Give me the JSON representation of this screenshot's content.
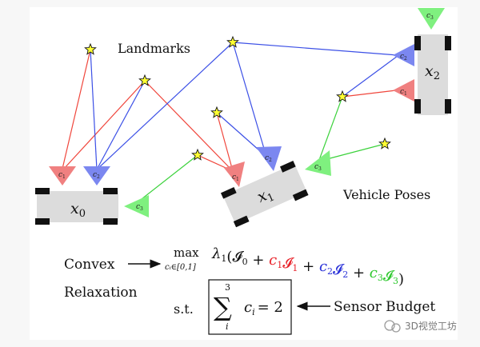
{
  "labels": {
    "landmarks": "Landmarks",
    "vehicle_poses": "Vehicle Poses",
    "convex": "Convex",
    "relaxation": "Relaxation",
    "sensor_budget": "Sensor Budget",
    "watermark": "3D视觉工坊"
  },
  "vehicles": [
    {
      "id": "x0",
      "sym": "x",
      "sub": "0"
    },
    {
      "id": "x1",
      "sym": "x",
      "sub": "1"
    },
    {
      "id": "x2",
      "sym": "x",
      "sub": "2"
    }
  ],
  "sensors": [
    {
      "id": "c1",
      "sym": "c",
      "sub": "1",
      "color": "#f08080"
    },
    {
      "id": "c2",
      "sym": "c",
      "sub": "2",
      "color": "#7b87f0"
    },
    {
      "id": "c3",
      "sym": "c",
      "sub": "3",
      "color": "#7ff07f"
    }
  ],
  "colors": {
    "red": "#f0463c",
    "blue": "#3c50e6",
    "green": "#3cd23c",
    "star_fill": "#ffff33",
    "car_body": "#dcdcdc",
    "wheel": "#111111"
  },
  "formula": {
    "max": "max",
    "max_sub": "cᵢ∈[0,1]",
    "objective": [
      {
        "t": "λ",
        "color": "#111111",
        "italic": true
      },
      {
        "t": "1",
        "color": "#111111",
        "sub": true
      },
      {
        "t": "(",
        "color": "#111111"
      },
      {
        "t": "𝓘",
        "color": "#111111"
      },
      {
        "t": "0",
        "color": "#111111",
        "sub": true
      },
      {
        "t": " + ",
        "color": "#111111"
      },
      {
        "t": "c",
        "color": "#e8222a",
        "italic": true
      },
      {
        "t": "1",
        "color": "#e8222a",
        "sub": true
      },
      {
        "t": "𝓘",
        "color": "#e8222a"
      },
      {
        "t": "1",
        "color": "#e8222a",
        "sub": true
      },
      {
        "t": " + ",
        "color": "#111111"
      },
      {
        "t": "c",
        "color": "#2830d8",
        "italic": true
      },
      {
        "t": "2",
        "color": "#2830d8",
        "sub": true
      },
      {
        "t": "𝓘",
        "color": "#2830d8"
      },
      {
        "t": "2",
        "color": "#2830d8",
        "sub": true
      },
      {
        "t": " + ",
        "color": "#111111"
      },
      {
        "t": "c",
        "color": "#2ec82e",
        "italic": true
      },
      {
        "t": "3",
        "color": "#2ec82e",
        "sub": true
      },
      {
        "t": "𝓘",
        "color": "#2ec82e"
      },
      {
        "t": "3",
        "color": "#2ec82e",
        "sub": true
      },
      {
        "t": ")",
        "color": "#111111"
      }
    ],
    "st": "s.t.",
    "sum_top": "3",
    "sum_bottom": "i",
    "constraint_lhs": "c",
    "constraint_sub": "i",
    "constraint_rhs": "= 2"
  }
}
